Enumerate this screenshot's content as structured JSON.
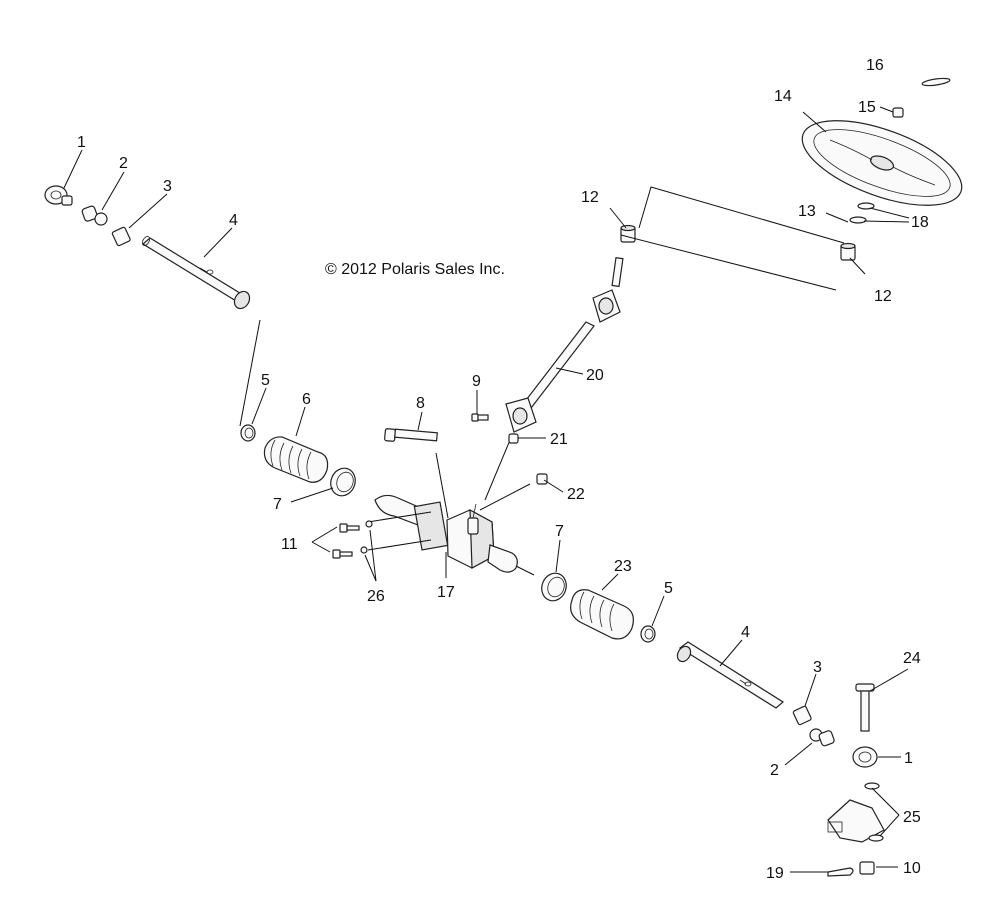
{
  "copyright": "© 2012 Polaris Sales Inc.",
  "callouts": {
    "c1a": "1",
    "c2a": "2",
    "c3a": "3",
    "c4a": "4",
    "c5a": "5",
    "c6": "6",
    "c7a": "7",
    "c8": "8",
    "c9": "9",
    "c11": "11",
    "c26": "26",
    "c17": "17",
    "c12a": "12",
    "c12b": "12",
    "c13": "13",
    "c14": "14",
    "c15": "15",
    "c16": "16",
    "c18": "18",
    "c20": "20",
    "c21": "21",
    "c22": "22",
    "c7b": "7",
    "c23": "23",
    "c5b": "5",
    "c4b": "4",
    "c3b": "3",
    "c2b": "2",
    "c24": "24",
    "c1b": "1",
    "c25": "25",
    "c19": "19",
    "c10": "10"
  }
}
